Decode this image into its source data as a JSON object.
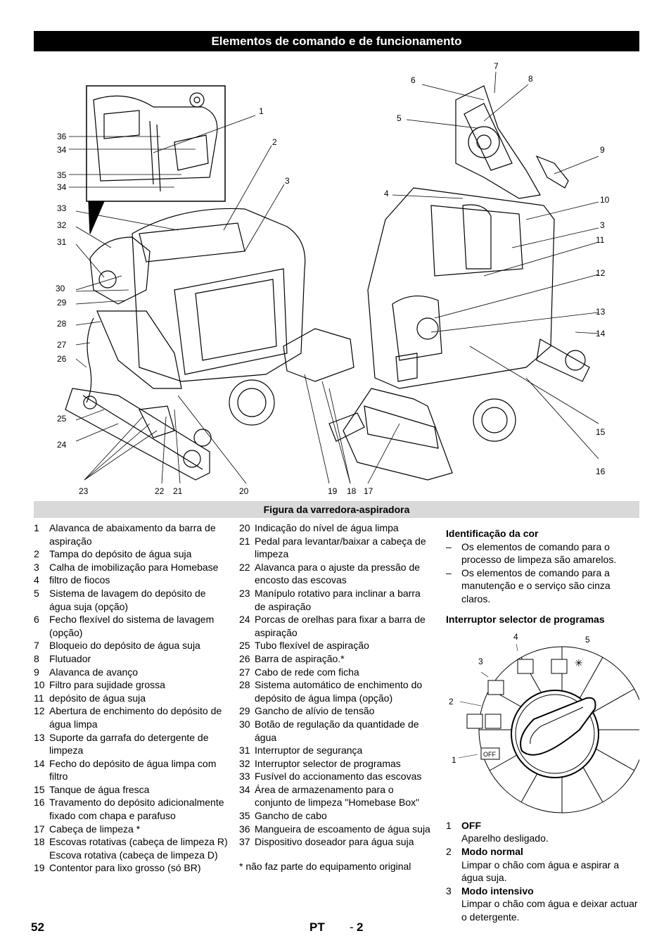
{
  "header": {
    "title": "Elementos de comando e de funcionamento"
  },
  "figure": {
    "caption": "Figura da varredora-aspiradora",
    "callouts_left": [
      "1",
      "2",
      "3",
      "36",
      "34",
      "35",
      "34",
      "33",
      "32",
      "31",
      "30",
      "29",
      "28",
      "27",
      "26",
      "25",
      "24",
      "23",
      "22",
      "21",
      "20"
    ],
    "callouts_right": [
      "7",
      "6",
      "8",
      "5",
      "9",
      "4",
      "10",
      "3",
      "11",
      "12",
      "13",
      "14",
      "15",
      "16",
      "19",
      "18",
      "17"
    ]
  },
  "parts_col1": [
    {
      "n": "1",
      "t": "Alavanca de abaixamento da barra de aspiração"
    },
    {
      "n": "2",
      "t": "Tampa do depósito de água suja"
    },
    {
      "n": "3",
      "t": "Calha de imobilização para Homebase"
    },
    {
      "n": "4",
      "t": "filtro de fiocos"
    },
    {
      "n": "5",
      "t": "Sistema de lavagem do depósito de água suja (opção)"
    },
    {
      "n": "6",
      "t": "Fecho flexível do sistema de lavagem (opção)"
    },
    {
      "n": "7",
      "t": "Bloqueio do depósito de água suja"
    },
    {
      "n": "8",
      "t": "Flutuador"
    },
    {
      "n": "9",
      "t": "Alavanca de avanço"
    },
    {
      "n": "10",
      "t": "Filtro para sujidade grossa"
    },
    {
      "n": "11",
      "t": "depósito de água suja"
    },
    {
      "n": "12",
      "t": "Abertura de enchimento do depósito de água limpa"
    },
    {
      "n": "13",
      "t": "Suporte da garrafa do detergente de limpeza"
    },
    {
      "n": "14",
      "t": "Fecho do depósito de água limpa com filtro"
    },
    {
      "n": "15",
      "t": "Tanque de água fresca"
    },
    {
      "n": "16",
      "t": "Travamento do depósito adicionalmente fixado com chapa e parafuso"
    },
    {
      "n": "17",
      "t": "Cabeça de limpeza *"
    },
    {
      "n": "18",
      "t": "Escovas rotativas (cabeça de limpeza R)"
    },
    {
      "n": "",
      "t": "Escova rotativa (cabeça de limpeza D)"
    },
    {
      "n": "19",
      "t": "Contentor para lixo grosso (só BR)"
    }
  ],
  "parts_col2": [
    {
      "n": "20",
      "t": "Indicação do nível de água limpa"
    },
    {
      "n": "21",
      "t": "Pedal para levantar/baixar a cabeça de limpeza"
    },
    {
      "n": "22",
      "t": "Alavanca para o ajuste da pressão de encosto das escovas"
    },
    {
      "n": "23",
      "t": "Manípulo rotativo para inclinar a barra de aspiração"
    },
    {
      "n": "24",
      "t": "Porcas de orelhas para fixar a barra de aspiração"
    },
    {
      "n": "25",
      "t": "Tubo flexível de aspiração"
    },
    {
      "n": "26",
      "t": "Barra de aspiração.*"
    },
    {
      "n": "27",
      "t": "Cabo de rede com ficha"
    },
    {
      "n": "28",
      "t": "Sistema automático de enchimento do depósito de água limpa (opção)"
    },
    {
      "n": "29",
      "t": "Gancho de alívio de tensão"
    },
    {
      "n": "30",
      "t": "Botão de regulação da quantidade de água"
    },
    {
      "n": "31",
      "t": "Interruptor de segurança"
    },
    {
      "n": "32",
      "t": "Interruptor selector de programas"
    },
    {
      "n": "33",
      "t": "Fusível do accionamento das escovas"
    },
    {
      "n": "34",
      "t": "Área de armazenamento para o conjunto de limpeza \"Homebase Box\""
    },
    {
      "n": "35",
      "t": "Gancho de cabo"
    },
    {
      "n": "36",
      "t": "Mangueira de escoamento de água suja"
    },
    {
      "n": "37",
      "t": "Dispositivo doseador para água suja"
    }
  ],
  "note": "* não faz parte do equipamento original",
  "color_id": {
    "heading": "Identificação da cor",
    "items": [
      "Os elementos de comando para o processo de limpeza são amarelos.",
      "Os elementos de comando para a manutenção e o serviço são cinza claros."
    ]
  },
  "selector": {
    "heading": "Interruptor selector de programas",
    "dial_labels": [
      "1",
      "2",
      "3",
      "4",
      "5"
    ],
    "off_label": "OFF",
    "programs": [
      {
        "n": "1",
        "name": "OFF",
        "desc": "Aparelho desligado."
      },
      {
        "n": "2",
        "name": "Modo normal",
        "desc": "Limpar o chão com água e aspirar a água suja."
      },
      {
        "n": "3",
        "name": "Modo intensivo",
        "desc": "Limpar o chão com água e deixar actuar o detergente."
      }
    ]
  },
  "footer": {
    "page": "52",
    "lang": "PT",
    "sep": "-",
    "sub": "2"
  }
}
